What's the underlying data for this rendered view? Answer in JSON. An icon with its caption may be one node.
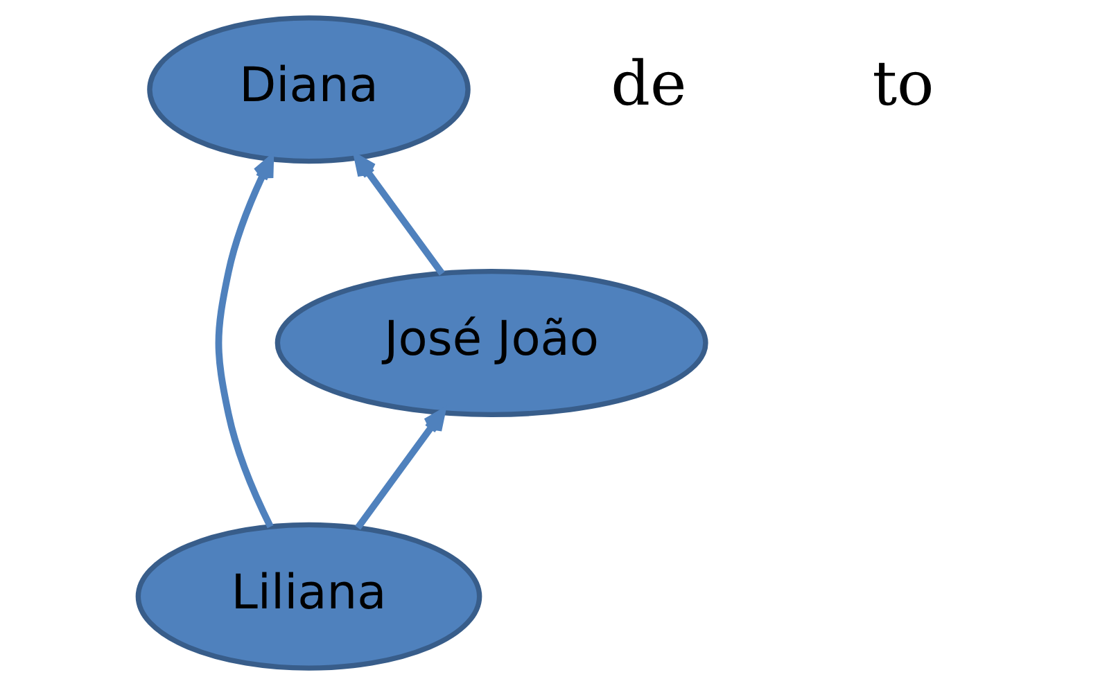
{
  "diagram": {
    "nodes": [
      {
        "text": [
          "Diana"
        ]
      },
      {
        "text": [
          "José João"
        ]
      },
      {
        "text": [
          "Liliana"
        ]
      }
    ],
    "edges": [
      {
        "from": 1,
        "to": 0,
        "arrow": "to"
      },
      {
        "from": 2,
        "to": 0,
        "arrow": "to"
      },
      {
        "from": 2,
        "to": 1,
        "arrow": "to"
      }
    ],
    "labels": [
      "de",
      "to"
    ]
  }
}
